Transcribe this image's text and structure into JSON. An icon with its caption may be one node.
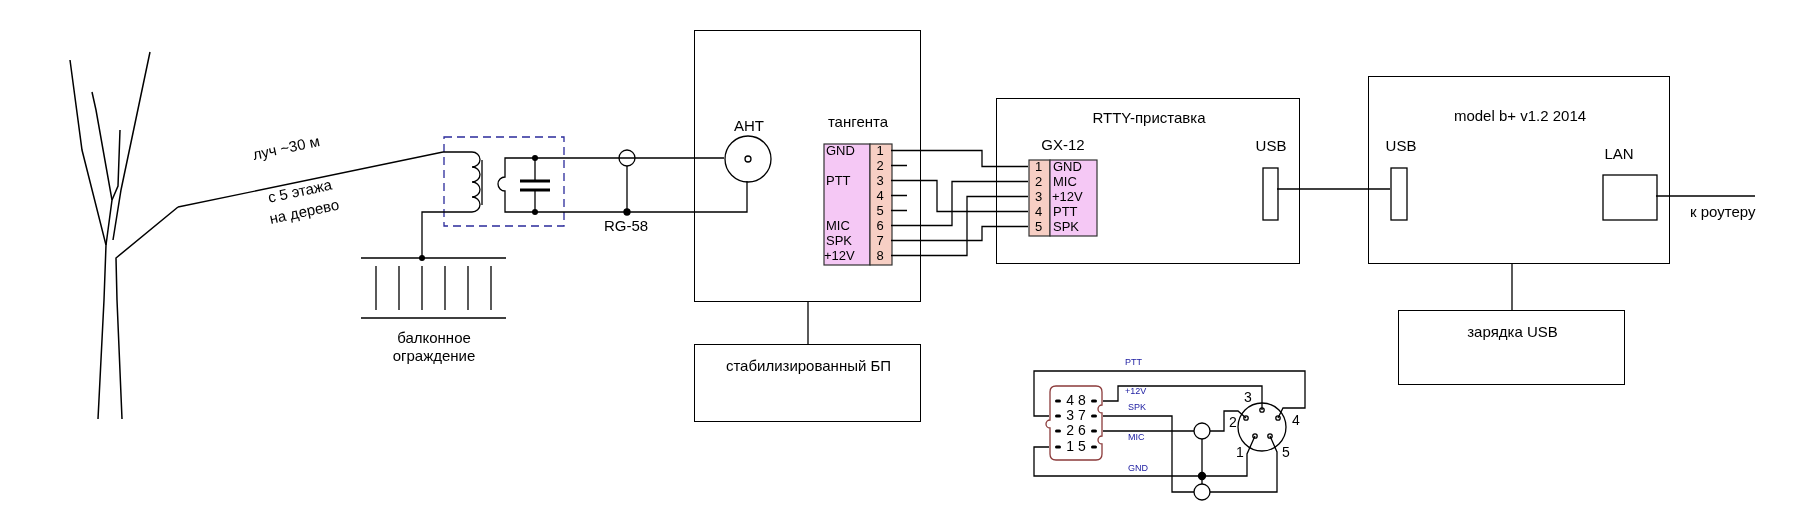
{
  "diagram": {
    "nodes": [
      {
        "text": [],
        "shape": "picture"
      },
      {
        "text": [],
        "shape": "box"
      },
      {
        "text": [
          "балконное ограждение"
        ]
      },
      {
        "text": [],
        "shape": "box"
      },
      {
        "text": [
          "АНТ"
        ],
        "in": 3
      },
      {
        "text": [
          "тангента"
        ],
        "in": 3
      },
      {
        "text": [
          "стабилизированный БП"
        ]
      },
      {
        "text": [
          "RTTY-приставка"
        ]
      },
      {
        "text": [
          "GX-12"
        ],
        "in": 7
      },
      {
        "text": [
          "USB"
        ],
        "in": 7
      },
      {
        "text": [
          "model b+ v1.2 2014"
        ]
      },
      {
        "text": [
          "USB"
        ],
        "in": 10
      },
      {
        "text": [
          "LAN"
        ],
        "in": 10
      },
      {
        "text": [
          "зарядка USB"
        ]
      },
      {
        "text": [
          "4 8",
          "3 7",
          "2 6",
          "1 5"
        ]
      },
      {
        "text": [
          "3",
          "2",
          "4",
          "1",
          "5"
        ]
      },
      {
        "text": [
          "к роутеру"
        ]
      }
    ],
    "edges": [
      {
        "from": 0,
        "to": 1,
        "arrow": "none",
        "label": "луч ~30 м"
      },
      {
        "from": 1,
        "to": 2,
        "arrow": "none"
      },
      {
        "from": 1,
        "to": 4,
        "arrow": "none",
        "label": "RG-58"
      },
      {
        "from": 3,
        "to": 6,
        "arrow": "none"
      },
      {
        "from": 5,
        "to": 8,
        "arrow": "none"
      },
      {
        "from": 5,
        "to": 8,
        "arrow": "none"
      },
      {
        "from": 5,
        "to": 8,
        "arrow": "none"
      },
      {
        "from": 5,
        "to": 8,
        "arrow": "none"
      },
      {
        "from": 5,
        "to": 8,
        "arrow": "none"
      },
      {
        "from": 9,
        "to": 11,
        "arrow": "none"
      },
      {
        "from": 12,
        "to": 16,
        "arrow": "none"
      },
      {
        "from": 10,
        "to": 13,
        "arrow": "none"
      },
      {
        "from": 14,
        "to": 15,
        "arrow": "none",
        "label": "PTT"
      },
      {
        "from": 14,
        "to": 15,
        "arrow": "none",
        "label": "+12V"
      },
      {
        "from": 14,
        "to": 15,
        "arrow": "none",
        "label": "SPK"
      },
      {
        "from": 14,
        "to": 15,
        "arrow": "none",
        "label": "MIC"
      },
      {
        "from": 14,
        "to": 15,
        "arrow": "none",
        "label": "GND"
      }
    ],
    "labels": [
      "с 5 этажа на дерево",
      "GND",
      "1",
      "2",
      "PTT",
      "3",
      "4",
      "5",
      "MIC",
      "6",
      "SPK",
      "7",
      "+12V",
      "8",
      "1",
      "GND",
      "2",
      "MIC",
      "3",
      "+12V",
      "4",
      "PTT",
      "5",
      "SPK"
    ]
  }
}
